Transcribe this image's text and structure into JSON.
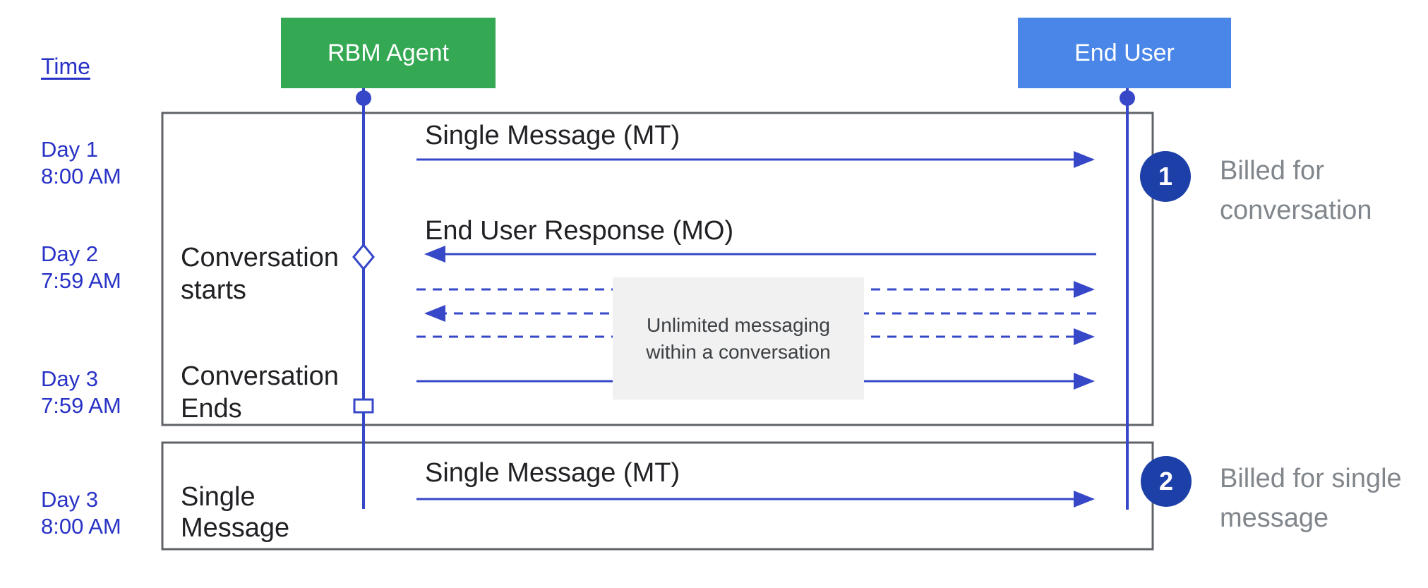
{
  "colors": {
    "agent_box_green": "#34A853",
    "user_box_blue": "#4A86E8",
    "line_blue": "#3647C8",
    "label_blue": "#2832C6",
    "badge_blue": "#1C3FA8",
    "box_border_gray": "#5F6368",
    "muted_text_gray": "#80868B",
    "note_bg_gray": "#F1F1F2",
    "text_black": "#202124"
  },
  "time_axis": {
    "label": "Time",
    "ticks": [
      "Day 1\n8:00 AM",
      "Day 2\n7:59 AM",
      "Day 3\n7:59 AM",
      "Day 3\n8:00 AM"
    ]
  },
  "actors": {
    "agent": "RBM Agent",
    "user": "End User"
  },
  "conversation_box": {
    "mt_message": "Single Message (MT)",
    "mo_message": "End User Response (MO)",
    "starts_label": "Conversation\nstarts",
    "ends_label": "Conversation\nEnds",
    "note": "Unlimited messaging\nwithin a conversation"
  },
  "single_message_box": {
    "row_label": "Single\nMessage",
    "mt_message": "Single Message (MT)"
  },
  "annotations": {
    "conversation": {
      "badge": "1",
      "text": "Billed for\nconversation"
    },
    "single": {
      "badge": "2",
      "text": "Billed for single\nmessage"
    }
  }
}
